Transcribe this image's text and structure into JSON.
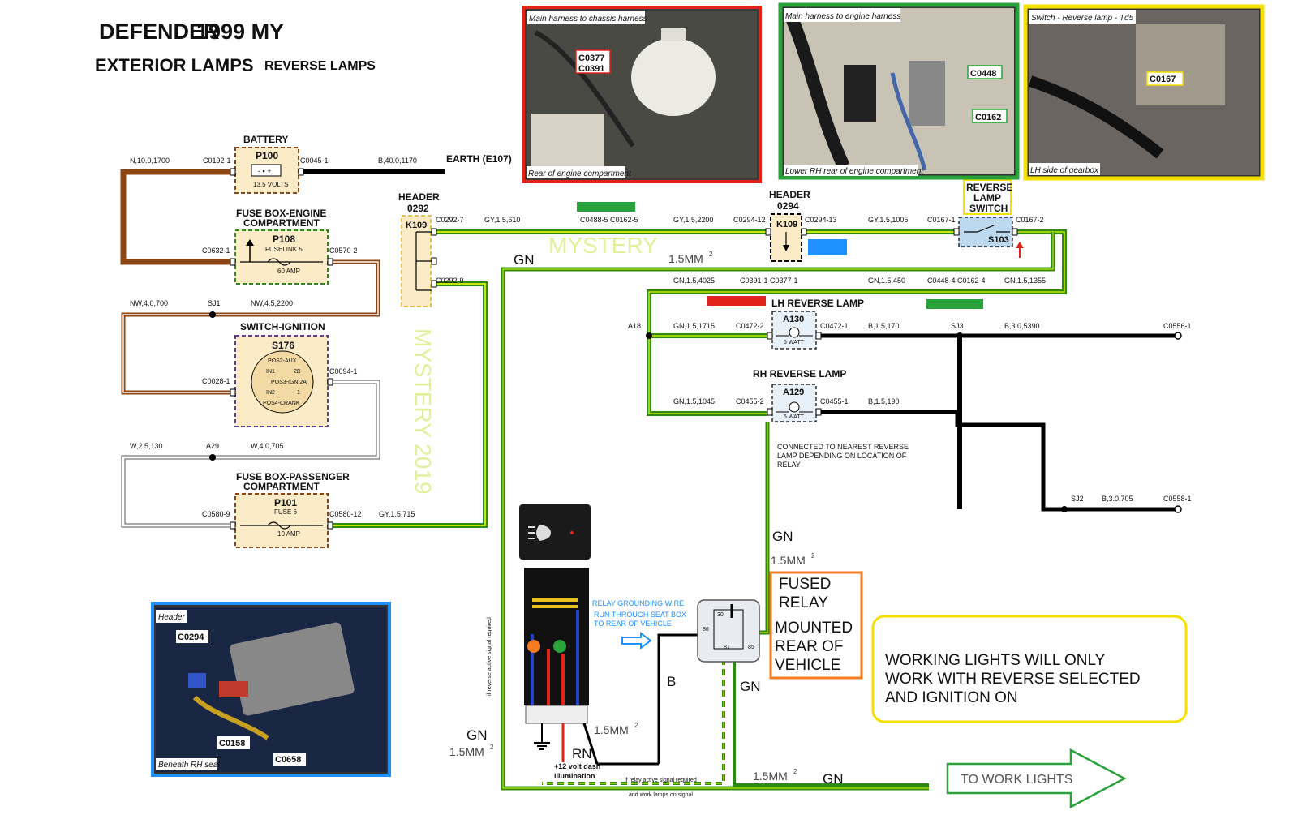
{
  "title": {
    "model": "DEFENDER",
    "year": "1999 MY",
    "section": "EXTERIOR LAMPS",
    "subsection": "REVERSE LAMPS"
  },
  "colors": {
    "brown": "#8B4513",
    "green": "#2E8B12",
    "yellow_green": "#C8E600",
    "black": "#000000",
    "red_box": "#E2231A",
    "green_box": "#2AA23A",
    "yellow_box": "#F5E000",
    "blue_box": "#1E90FF",
    "orange_box": "#F47B20",
    "component_fill": "#FBEBC6",
    "switch_fill": "#BCD9F0"
  },
  "components": {
    "battery": {
      "name": "BATTERY",
      "id": "P100",
      "rating": "13.5 VOLTS"
    },
    "fuse_engine": {
      "name_line1": "FUSE BOX-ENGINE",
      "name_line2": "COMPARTMENT",
      "id": "P108",
      "type": "FUSELINK 5",
      "rating": "60 AMP"
    },
    "ignition": {
      "name": "SWITCH-IGNITION",
      "id": "S176",
      "positions": [
        "POS2-AUX",
        "IN1",
        "2B",
        "POS3-IGN 2A",
        "IN2",
        "1",
        "POS4-CRANK"
      ]
    },
    "fuse_passenger": {
      "name_line1": "FUSE BOX-PASSENGER",
      "name_line2": "COMPARTMENT",
      "id": "P101",
      "type": "FUSE 6",
      "rating": "10 AMP"
    },
    "header_left": {
      "name": "HEADER",
      "num": "0292",
      "id": "K109"
    },
    "header_mid": {
      "name": "HEADER",
      "num": "0294",
      "id": "K109"
    },
    "reverse_switch": {
      "name_line1": "REVERSE",
      "name_line2": "LAMP",
      "name_line3": "SWITCH",
      "id": "S103"
    },
    "lh_lamp": {
      "name": "LH REVERSE LAMP",
      "id": "A130",
      "rating": "5 WATT"
    },
    "rh_lamp": {
      "name": "RH REVERSE LAMP",
      "id": "A129",
      "rating": "5 WATT"
    }
  },
  "wires": {
    "n_10_0_1700": "N,10.0,1700",
    "b_40_0_1170": "B,40.0,1170",
    "nw_4_0_700": "NW,4.0,700",
    "nw_4_5_2200": "NW,4.5,2200",
    "w_2_5_130": "W,2.5,130",
    "w_4_0_705": "W,4.0,705",
    "gy_1_5_715": "GY,1.5,715",
    "gy_1_5_610": "GY,1.5,610",
    "gy_1_5_2200": "GY,1.5,2200",
    "gy_1_5_1005": "GY,1.5,1005",
    "gn_1_5_4025": "GN,1.5,4025",
    "gn_1_5_450": "GN,1.5,450",
    "gn_1_5_1355": "GN,1.5,1355",
    "gn_1_5_1715": "GN,1.5,1715",
    "gn_1_5_1045": "GN,1.5,1045",
    "b_1_5_170": "B,1.5,170",
    "b_1_5_190": "B,1.5,190",
    "b_3_0_5390": "B,3.0,5390",
    "b_3_0_705": "B,3.0,705"
  },
  "connectors": {
    "c0192_1": "C0192-1",
    "c0045_1": "C0045-1",
    "earth": "EARTH (E107)",
    "c0632_1": "C0632-1",
    "c0570_2": "C0570-2",
    "sj1": "SJ1",
    "c0028_1": "C0028-1",
    "c0094_1": "C0094-1",
    "a29": "A29",
    "c0580_9": "C0580-9",
    "c0580_12": "C0580-12",
    "c0292_7": "C0292-7",
    "c0292_9": "C0292-9",
    "c0488_5": "C0488-5 C0162-5",
    "c0294_12": "C0294-12",
    "c0294_13": "C0294-13",
    "c0167_1": "C0167-1",
    "c0167_2": "C0167-2",
    "c0391_1": "C0391-1 C0377-1",
    "c0448_4": "C0448-4 C0162-4",
    "a18": "A18",
    "c0472_2": "C0472-2",
    "c0472_1": "C0472-1",
    "sj3": "SJ3",
    "c0556_1": "C0556-1",
    "c0455_2": "C0455-2",
    "c0455_1": "C0455-1",
    "sj2": "SJ2",
    "c0558_1": "C0558-1"
  },
  "photos": {
    "red": {
      "caption_top": "Main harness to chassis harness",
      "caption_bottom": "Rear of engine compartment",
      "tag1": "C0377",
      "tag2": "C0391"
    },
    "green": {
      "caption_top": "Main harness to engine harness",
      "caption_bottom": "Lower RH rear of engine compartment",
      "tag1": "C0448",
      "tag2": "C0162"
    },
    "yellow": {
      "caption_top": "Switch - Reverse lamp - Td5",
      "caption_bottom": "LH side of gearbox",
      "tag1": "C0167"
    },
    "blue": {
      "caption_top": "Header",
      "caption_bottom": "Beneath RH seat",
      "tag1": "C0294",
      "tag2": "C0158",
      "tag3": "C0658"
    }
  },
  "annotations": {
    "gn": "GN",
    "b": "B",
    "rn": "RN",
    "mm_1_5": "1.5MM",
    "sup2": "2",
    "watermark_h": "MYSTERY",
    "watermark_v": "MYSTERY 2019",
    "relay_ground_1": "RELAY GROUNDING WIRE",
    "relay_ground_2": "RUN THROUGH SEAT BOX",
    "relay_ground_3": "TO REAR OF VEHICLE",
    "connected_1": "CONNECTED TO NEAREST REVERSE",
    "connected_2": "LAMP DEPENDING ON LOCATION OF",
    "connected_3": "RELAY",
    "fused_relay_1": "FUSED",
    "fused_relay_2": "RELAY",
    "fused_relay_3": "MOUNTED",
    "fused_relay_4": "REAR OF",
    "fused_relay_5": "VEHICLE",
    "working_1": "WORKING LIGHTS WILL ONLY",
    "working_2": "WORK WITH REVERSE SELECTED",
    "working_3": "AND IGNITION ON",
    "to_work_lights": "TO WORK LIGHTS",
    "dash_illum_1": "+12 volt dash",
    "dash_illum_2": "illumination",
    "if_reverse": "if reverse active signal required",
    "if_relay_1": "if relay active signal required",
    "if_relay_2": "and work lamps on signal",
    "relay_pins": [
      "30",
      "86",
      "87",
      "85"
    ]
  }
}
